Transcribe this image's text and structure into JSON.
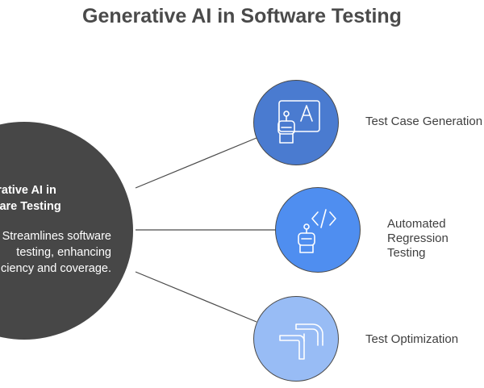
{
  "title": "Generative AI in Software Testing",
  "hub": {
    "heading": "Generative AI in\nSoftware Testing",
    "body": "Streamlines software\ntesting, enhancing\nefficiency and coverage.",
    "color": "#474747"
  },
  "nodes": [
    {
      "label": "Test Case Generation",
      "color": "#4a7bd0",
      "icon": "robot-document-icon"
    },
    {
      "label": "Automated Regression\nTesting",
      "color": "#4f8ef0",
      "icon": "robot-code-icon"
    },
    {
      "label": "Test Optimization",
      "color": "#98bcf5",
      "icon": "path-arrows-icon"
    }
  ]
}
